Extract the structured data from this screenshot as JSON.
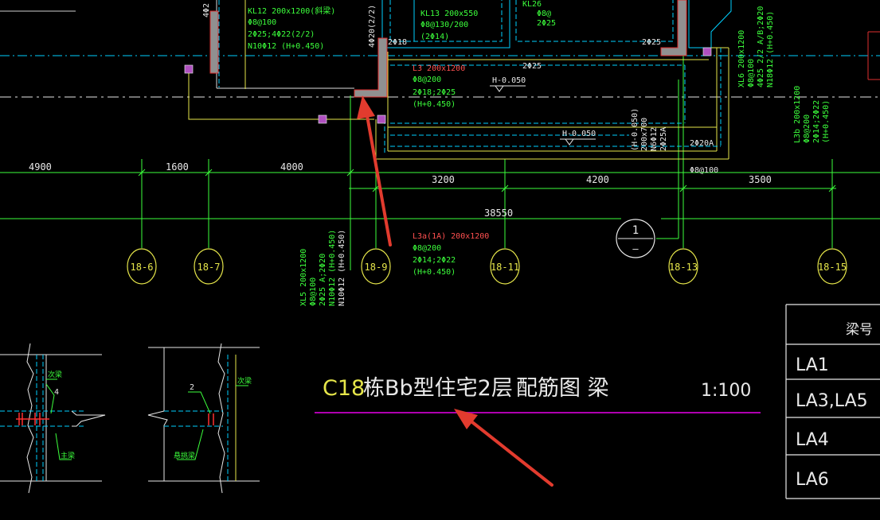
{
  "colors": {
    "background": "#000000",
    "beam_white": "#dddddd",
    "beam_yellow": "#e6e64a",
    "beam_cyan": "#00e5ff",
    "dim_green": "#3cff3c",
    "axis_green": "#33ff33",
    "wall_gray": "#909090",
    "wall_edge": "#e03030",
    "column_magenta": "#b050c0",
    "title_yellow": "#e6e64a",
    "title_white": "#e8e8e8",
    "title_line": "#b000b0",
    "arrow_red": "#e23b2e",
    "label_red": "#ff5050",
    "table_white": "#e8e8e8"
  },
  "beams": {
    "kl12": [
      "KL12 200x1200(斜梁)",
      "Φ8@100",
      "2Φ25;4Φ22(2/2)",
      "N10Φ12 (H+0.450)"
    ],
    "kl13": [
      "KL13 200x550",
      "Φ8@130/200",
      "(2Φ14)"
    ],
    "kl26": [
      "KL26",
      "Φ8@",
      "2Φ25"
    ],
    "l3": [
      "L3 200x1200",
      "Φ8@200",
      "2Φ18;2Φ25",
      "(H+0.450)"
    ],
    "l3a": [
      "L3a(1A) 200x1200",
      "Φ8@200",
      "2Φ14;2Φ22",
      "(H+0.450)"
    ],
    "xl5": [
      "XL5 200x1200",
      "Φ8@100",
      "2Φ25 A;2Φ20",
      "N10Φ12 (H+0.450)"
    ],
    "xl6": [
      "XL6 200x1200",
      "Φ8@100",
      "4Φ25 2/2 A/B;2Φ20",
      "N18Φ12 (H+0.450)"
    ],
    "l3b": [
      "L3b 200x1200",
      "Φ8@200",
      "2Φ14;2Φ22",
      "(H+0.450)"
    ],
    "mid_beam": [
      "(H-0.050)",
      "200x700",
      "N6Φ12",
      "2Φ25A"
    ],
    "vert_a": "4Φ20(2/2)",
    "vert_b": "4Φ2",
    "rebar_218": "2Φ18",
    "rebar_225_a": "2Φ25",
    "rebar_225_b": "2Φ25",
    "rebar_220a": "2Φ20A",
    "stirrup": "Φ8@100"
  },
  "levels": {
    "a": "H-0.050",
    "b": "H-0.050"
  },
  "dimensions": {
    "left": [
      "4900",
      "1600",
      "4000"
    ],
    "right": [
      "3200",
      "4200",
      "3500"
    ],
    "total": "38550"
  },
  "axes": [
    "18-6",
    "18-7",
    "18-9",
    "18-11",
    "18-13",
    "18-15"
  ],
  "section_marker": {
    "top": "1",
    "bottom": "—"
  },
  "details": {
    "left": {
      "tag": "次梁",
      "number": "4",
      "label": "主梁"
    },
    "right": {
      "tag": "次梁",
      "number": "2",
      "label": "悬挑梁"
    }
  },
  "title": {
    "prefix": "C18",
    "main": "栋Bb型住宅2层",
    "sub": "配筋图 梁",
    "scale": "1:100"
  },
  "table": {
    "header": "梁号",
    "rows": [
      "LA1",
      "LA3,LA5",
      "LA4",
      "LA6"
    ]
  }
}
